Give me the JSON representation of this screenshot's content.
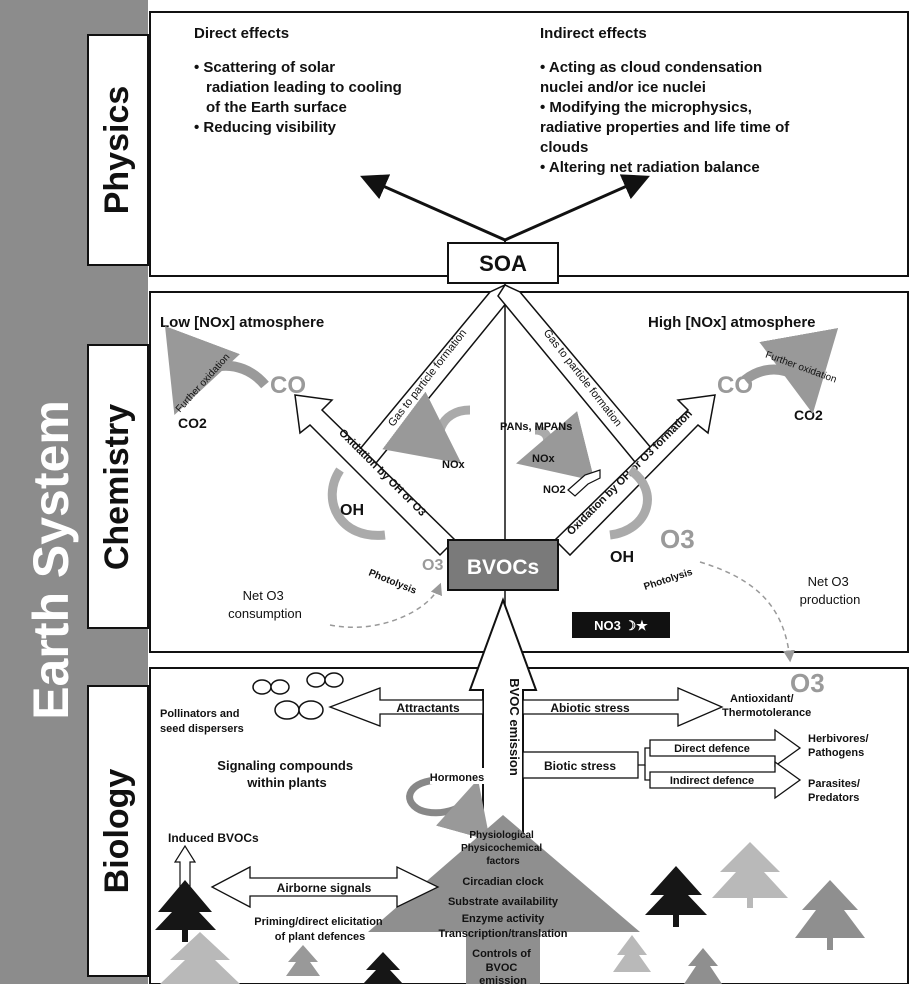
{
  "earth_system": "Earth System",
  "sections": {
    "physics": "Physics",
    "chemistry": "Chemistry",
    "biology": "Biology"
  },
  "physics": {
    "direct_title": "Direct effects",
    "direct_lines": [
      "• Scattering of solar",
      "radiation leading to cooling",
      "of the Earth surface",
      "• Reducing visibility"
    ],
    "indirect_title": "Indirect effects",
    "indirect_lines": [
      "• Acting as cloud condensation",
      "nuclei and/or ice nuclei",
      "• Modifying the microphysics,",
      "radiative properties and life time of",
      "clouds",
      "• Altering net radiation balance"
    ]
  },
  "soa": "SOA",
  "bvocs": "BVOCs",
  "chemistry": {
    "low_nox": "Low [NOx] atmosphere",
    "high_nox": "High [NOx] atmosphere",
    "gas_to_particle": "Gas to particle formation",
    "oxidation_left": "Oxidation by OH or O3",
    "oxidation_right": "Oxidation by OH or O3 formation",
    "further_oxidation": "Further oxidation",
    "co": "CO",
    "co2": "CO2",
    "oh": "OH",
    "o3": "O3",
    "photolysis": "Photolysis",
    "pans": "PANs, MPANs",
    "nox": "NOx",
    "no2": "NO2",
    "net_consumption_lines": [
      "Net O3",
      "consumption"
    ],
    "net_production_lines": [
      "Net O3",
      "production"
    ],
    "no3_night": "NO3 ☽★"
  },
  "biology": {
    "bvoc_emission": "BVOC emission",
    "attractants": "Attractants",
    "pollinators_lines": [
      "Pollinators and",
      "seed dispersers"
    ],
    "abiotic_stress": "Abiotic stress",
    "antioxidant_lines": [
      "Antioxidant/",
      "Thermotolerance"
    ],
    "biotic_stress": "Biotic stress",
    "direct_defence": "Direct defence",
    "indirect_defence": "Indirect defence",
    "herbivores_lines": [
      "Herbivores/",
      "Pathogens"
    ],
    "parasites_lines": [
      "Parasites/",
      "Predators"
    ],
    "signaling_lines": [
      "Signaling compounds",
      "within plants"
    ],
    "hormones": "Hormones",
    "induced_bvocs": "Induced BVOCs",
    "airborne_signals": "Airborne signals",
    "priming_lines": [
      "Priming/direct elicitation",
      "of plant defences"
    ],
    "physiological_lines": [
      "Physiological",
      "Physicochemical",
      "factors"
    ],
    "circadian": "Circadian clock",
    "substrate": "Substrate availability",
    "enzyme": "Enzyme activity",
    "transcription": "Transcription/translation",
    "controls_lines": [
      "Controls of",
      "BVOC",
      "emission"
    ]
  },
  "colors": {
    "border": "#111111",
    "grey_text": "#9a9a9a",
    "tree_light": "#b9b9b9",
    "tree_mid": "#8f8f8f",
    "tree_dark": "#161616",
    "box_fill": "#ffffff",
    "bvoc_fill": "#7a7a7a"
  }
}
